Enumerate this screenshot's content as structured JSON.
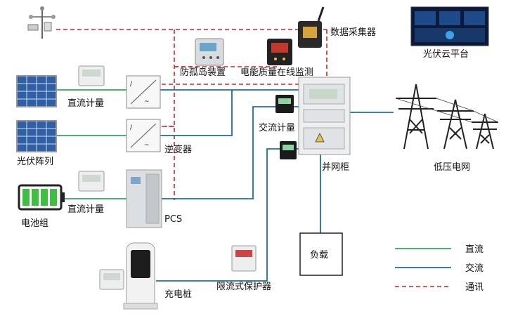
{
  "labels": {
    "data_collector": "数据采集器",
    "pv_cloud": "光伏云平台",
    "anti_islanding": "防孤岛装置",
    "power_quality": "电能质量在线监测",
    "dc_meter_top": "直流计量",
    "inverter": "逆变器",
    "pv_array": "光伏阵列",
    "ac_meter": "交流计量",
    "grid_cabinet": "并网柜",
    "low_voltage_grid": "低压电网",
    "battery": "电池组",
    "dc_meter_bottom": "直流计量",
    "pcs": "PCS",
    "load": "负载",
    "current_limiter": "限流式保护器",
    "charging_pile": "充电桩"
  },
  "legend": [
    {
      "label": "直流",
      "style": "solid",
      "color": "#2eaa5c"
    },
    {
      "label": "交流",
      "style": "solid",
      "color": "#1f6e9e"
    },
    {
      "label": "通讯",
      "style": "dashed",
      "color": "#d0252b"
    }
  ],
  "colors": {
    "dc": "#2eaa5c",
    "ac": "#1f6e9e",
    "comm": "#d0252b",
    "battery": "#3fbf3f"
  }
}
